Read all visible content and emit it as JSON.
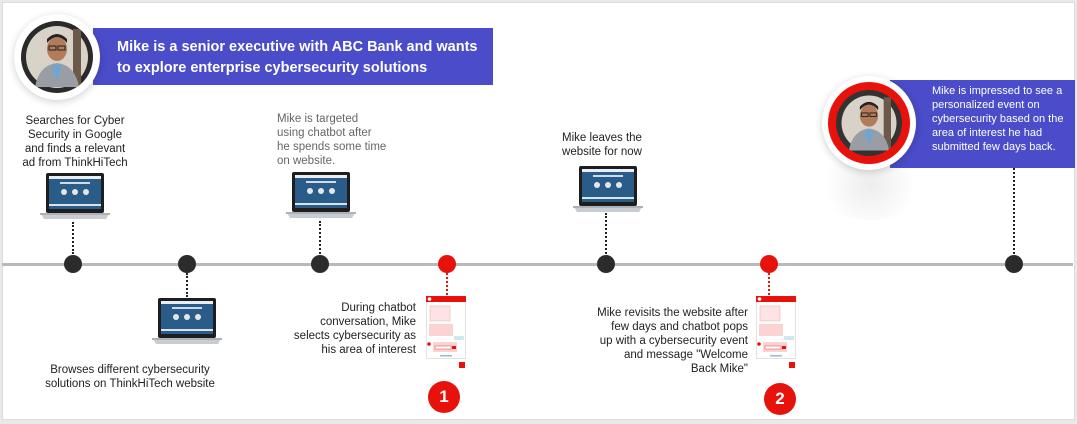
{
  "header": {
    "persona_banner": "Mike is a senior executive with ABC Bank and wants to explore enterprise cybersecurity solutions",
    "persona_avatar": "mike-photo"
  },
  "steps": [
    {
      "caption": "Searches for Cyber Security in Google and finds a relevant ad from ThinkHiTech",
      "icon": "laptop-icon",
      "position": "above",
      "marker": "dark"
    },
    {
      "caption": "Browses different cybersecurity solutions on ThinkHiTech website",
      "icon": "laptop-icon",
      "position": "below",
      "marker": "dark"
    },
    {
      "caption": "Mike is targeted using chatbot after he spends some time on website.",
      "icon": "laptop-icon",
      "position": "above",
      "marker": "dark"
    },
    {
      "caption": "During chatbot conversation, Mike selects cybersecurity as his area of interest",
      "icon": "chatbot-icon",
      "position": "below",
      "marker": "red",
      "badge": "1"
    },
    {
      "caption": "Mike leaves the website for now",
      "icon": "laptop-icon",
      "position": "above",
      "marker": "dark"
    },
    {
      "caption": "Mike revisits the website after few days and chatbot pops up with a cybersecurity event and message \"Welcome Back Mike\"",
      "icon": "chatbot-icon",
      "position": "below",
      "marker": "red",
      "badge": "2"
    },
    {
      "caption": "Mike is impressed to see a personalized event on cybersecurity based on the area of interest he had submitted few days back.",
      "icon": "avatar",
      "position": "above",
      "marker": "dark"
    }
  ],
  "colors": {
    "banner": "#4a4cc9",
    "highlight": "#e8120c",
    "marker": "#2b2b2b",
    "timeline": "#b9b9b9"
  }
}
